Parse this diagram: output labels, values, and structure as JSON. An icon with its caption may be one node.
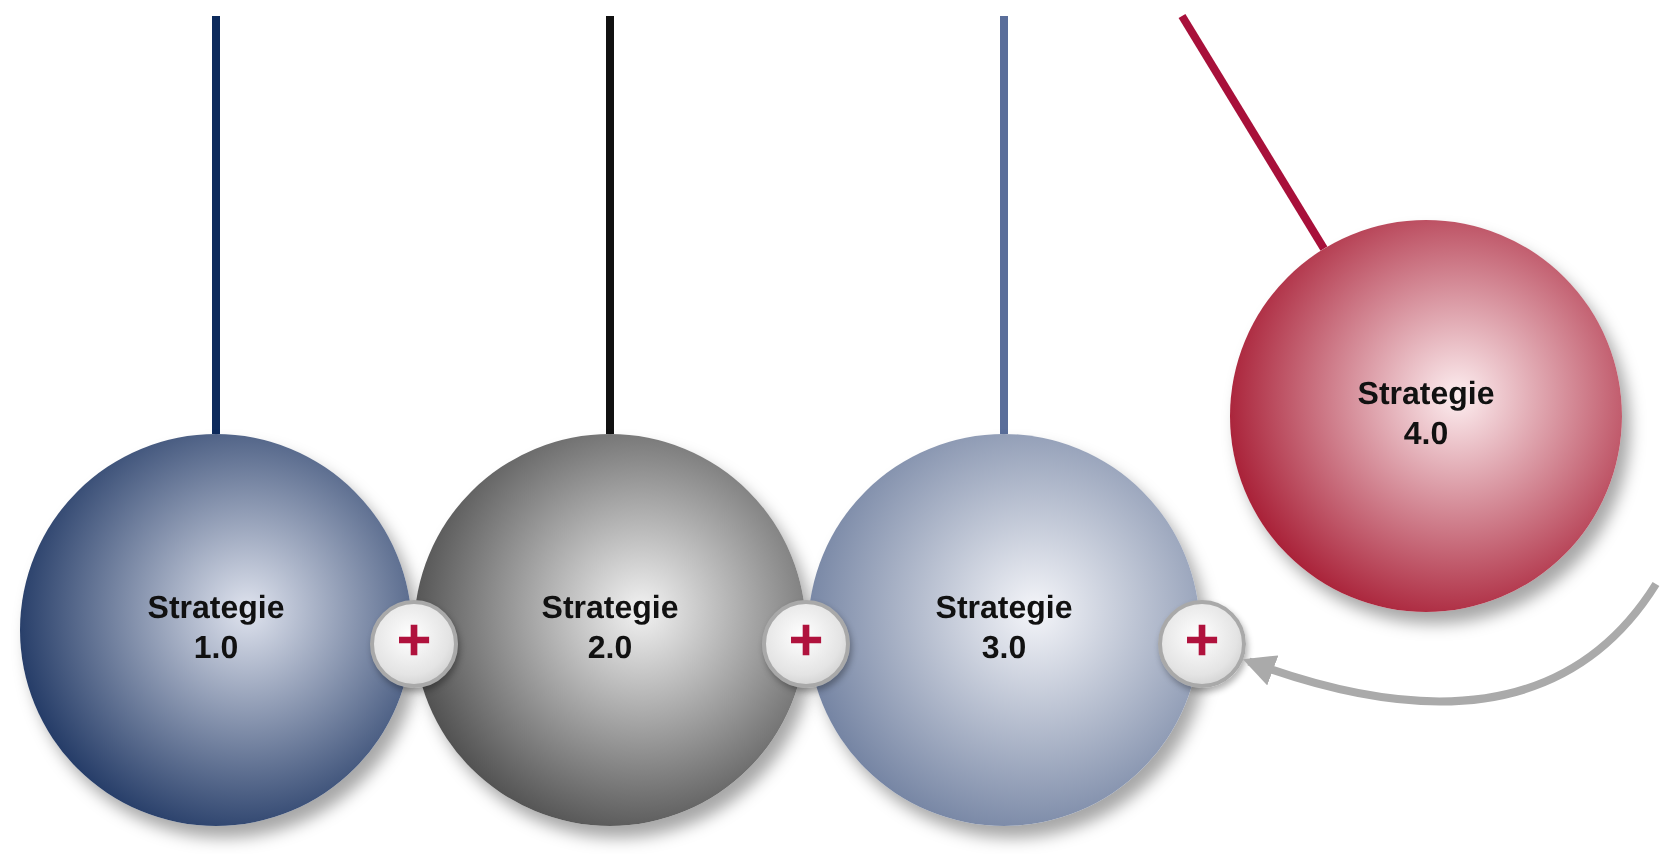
{
  "diagram": {
    "nodes": [
      {
        "text": [
          "Strategie 1.0"
        ]
      },
      {
        "text": [
          "+"
        ]
      },
      {
        "text": [
          "Strategie 2.0"
        ]
      },
      {
        "text": [
          "+"
        ]
      },
      {
        "text": [
          "Strategie 3.0"
        ]
      },
      {
        "text": [
          "+"
        ]
      },
      {
        "text": [
          "Strategie 4.0"
        ]
      }
    ],
    "edges": [
      {
        "from": null,
        "to": 5,
        "arrow": "to"
      }
    ]
  }
}
